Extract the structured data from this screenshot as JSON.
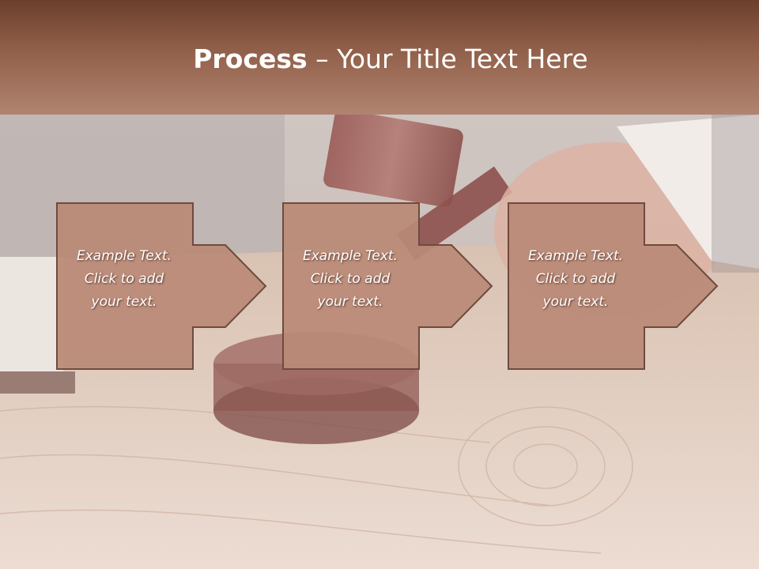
{
  "slide": {
    "title_bold": "Process",
    "title_rest": " – Your Title Text Here"
  },
  "colors": {
    "header_top": "#6a3f2c",
    "header_bottom": "#b08470",
    "shape_fill": "#b98a76",
    "shape_stroke": "#6e4b3e",
    "text": "#ffffff"
  },
  "steps": [
    {
      "line1": "Example Text.",
      "line2": "Click  to add",
      "line3": "your text."
    },
    {
      "line1": "Example Text.",
      "line2": "Click  to add",
      "line3": "your text."
    },
    {
      "line1": "Example Text.",
      "line2": "Click  to add",
      "line3": "your text."
    }
  ]
}
